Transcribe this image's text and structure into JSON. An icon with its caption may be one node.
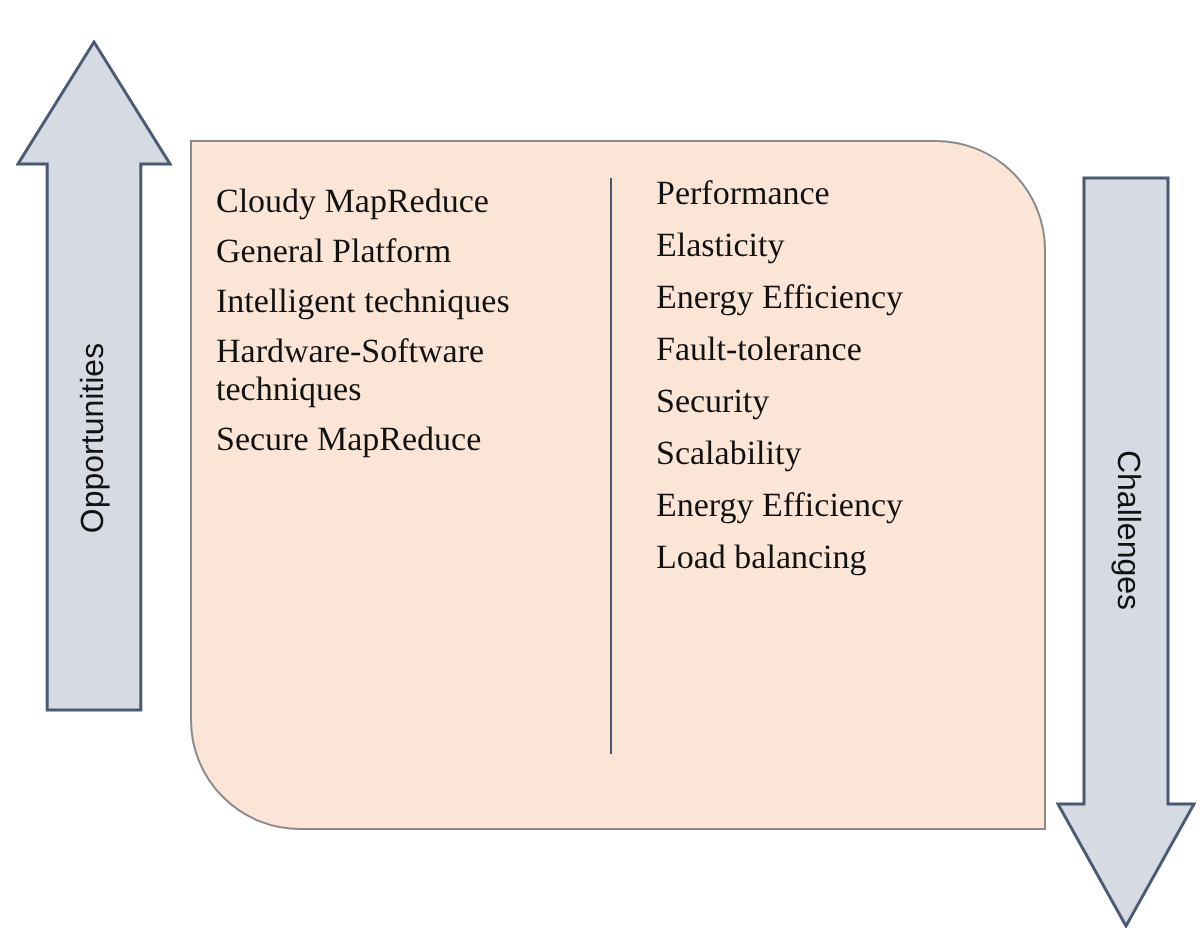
{
  "diagram": {
    "nodes": [
      {
        "text": [
          "Opportunities"
        ]
      },
      {
        "text": [
          "Cloudy MapReduce",
          "General Platform",
          "Intelligent techniques",
          "Hardware-Software techniques",
          "Secure MapReduce",
          "Performance",
          "Elasticity",
          "Energy Efficiency",
          "Fault-tolerance",
          "Security",
          "Scalability",
          "Energy Efficiency",
          "Load balancing"
        ]
      },
      {
        "text": [
          "Challenges"
        ]
      }
    ]
  }
}
